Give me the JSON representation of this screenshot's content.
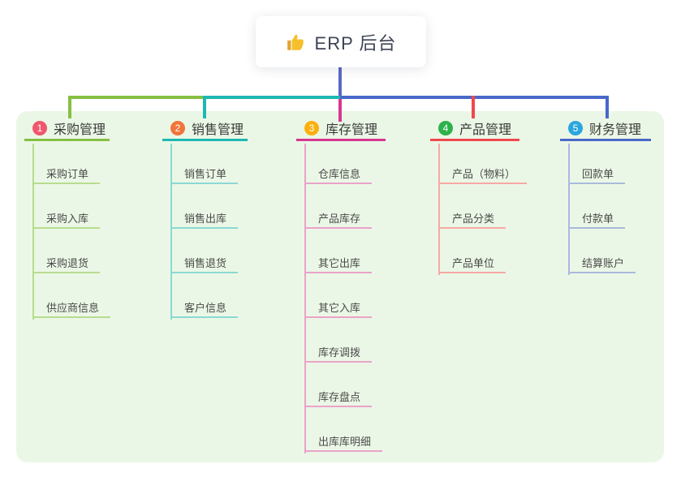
{
  "root": {
    "label": "ERP 后台",
    "icon": "thumbs-up-icon"
  },
  "branches": [
    {
      "index": "1",
      "title": "采购管理",
      "badge_color": "#f0566c",
      "line_color": "#85c043",
      "child_line_color": "#b7dc8e",
      "children": [
        "采购订单",
        "采购入库",
        "采购退货",
        "供应商信息"
      ]
    },
    {
      "index": "2",
      "title": "销售管理",
      "badge_color": "#f2743a",
      "line_color": "#1db8b2",
      "child_line_color": "#8bd9d4",
      "children": [
        "销售订单",
        "销售出库",
        "销售退货",
        "客户信息"
      ]
    },
    {
      "index": "3",
      "title": "库存管理",
      "badge_color": "#fbb00f",
      "line_color": "#d63790",
      "child_line_color": "#eba2c9",
      "children": [
        "仓库信息",
        "产品库存",
        "其它出库",
        "其它入库",
        "库存调拨",
        "库存盘点",
        "出库库明细"
      ]
    },
    {
      "index": "4",
      "title": "产品管理",
      "badge_color": "#2cb24a",
      "line_color": "#f0484e",
      "child_line_color": "#f7a8a5",
      "children": [
        "产品（物料）",
        "产品分类",
        "产品单位"
      ]
    },
    {
      "index": "5",
      "title": "财务管理",
      "badge_color": "#2aa6dd",
      "line_color": "#4868c9",
      "child_line_color": "#aab9de",
      "children": [
        "回款单",
        "付款单",
        "结算账户"
      ]
    }
  ],
  "colors": {
    "panel_background": "#ebf7e6",
    "root_stem": "#5b68c5",
    "root_text": "#3c4354",
    "branch_title_text": "#3a3a3a",
    "child_text": "#4a4a4a",
    "thumb_icon": "#f5c02c"
  }
}
